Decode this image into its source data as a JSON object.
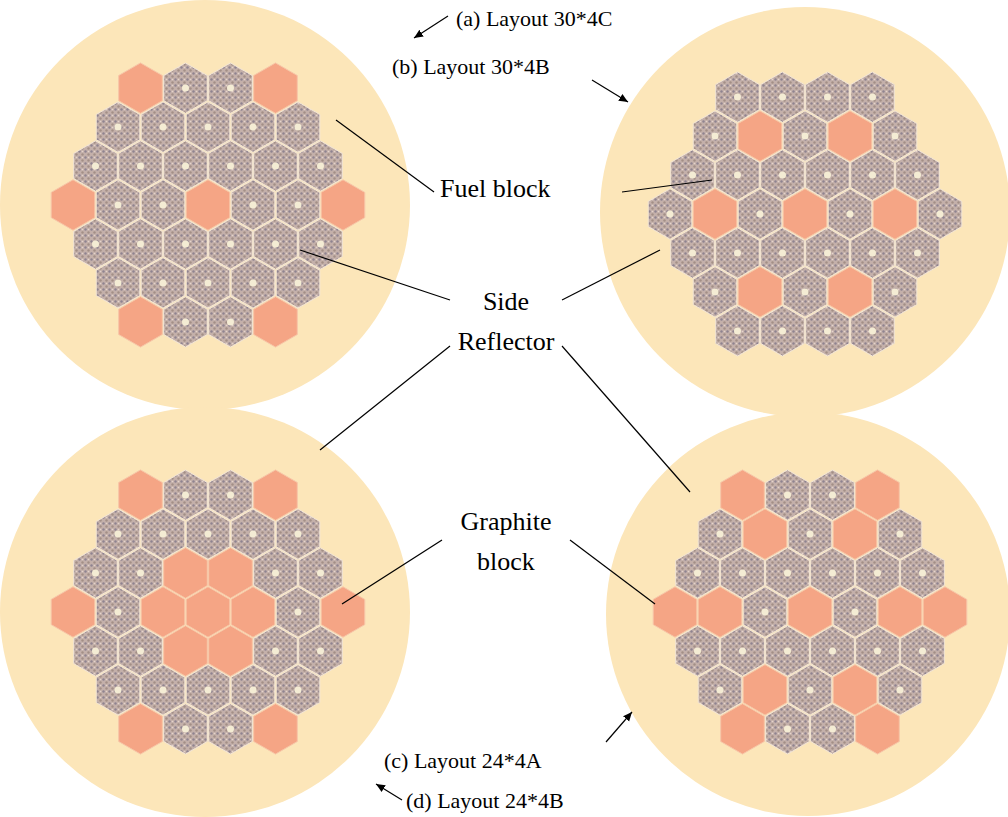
{
  "diagram": {
    "labels": [
      "(a) Layout 30*4C",
      "(b) Layout 30*4B",
      "Fuel block",
      "Side Reflector",
      "Graphite block",
      "(c) Layout 24*4A",
      "(d) Layout 24*4B"
    ]
  }
}
